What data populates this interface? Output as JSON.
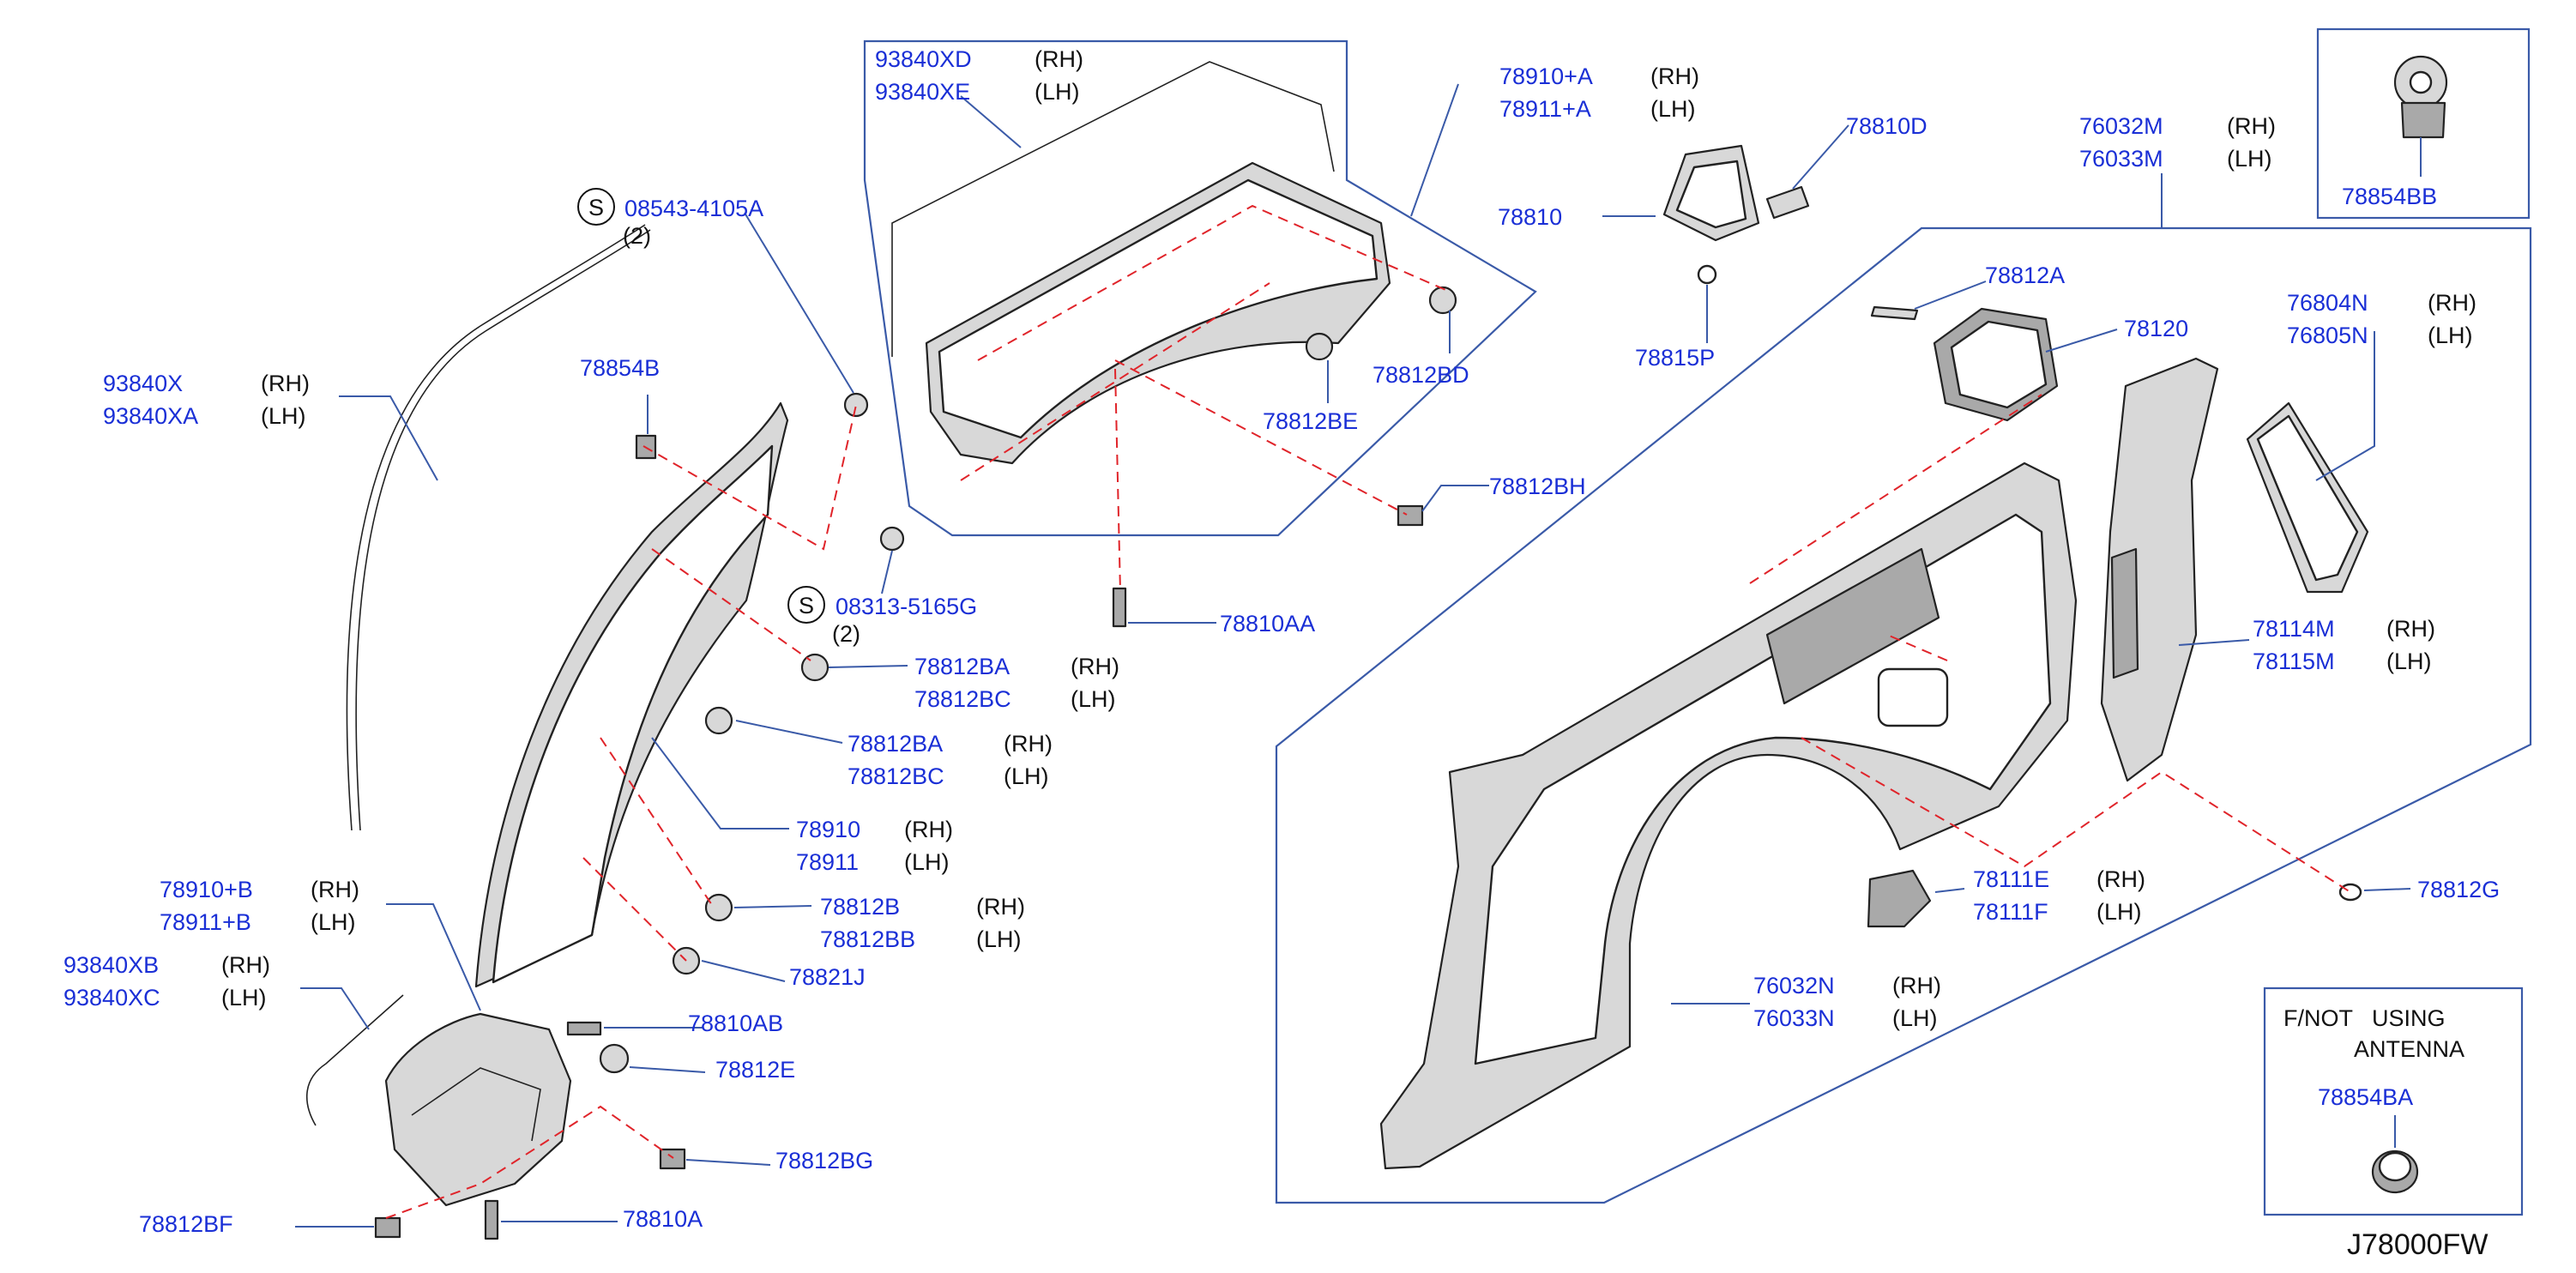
{
  "diagram_code": "J78000FW",
  "note_box": {
    "line1": "F/NOT   USING",
    "line2": "ANTENNA",
    "part": "78854BA"
  },
  "symbols": {
    "s1": {
      "mark": "S",
      "part": "08543-4105A",
      "qty": "(2)"
    },
    "s2": {
      "mark": "S",
      "part": "08313-5165G",
      "qty": "(2)"
    }
  },
  "callouts": [
    {
      "id": "93840xd",
      "parts": [
        "93840XD",
        "93840XE"
      ],
      "sides": [
        "(RH)",
        "(LH)"
      ]
    },
    {
      "id": "78910a",
      "parts": [
        "78910+A",
        "78911+A"
      ],
      "sides": [
        "(RH)",
        "(LH)"
      ]
    },
    {
      "id": "78810d",
      "parts": [
        "78810D"
      ],
      "sides": []
    },
    {
      "id": "76032m",
      "parts": [
        "76032M",
        "76033M"
      ],
      "sides": [
        "(RH)",
        "(LH)"
      ]
    },
    {
      "id": "78854bb",
      "parts": [
        "78854BB"
      ],
      "sides": []
    },
    {
      "id": "78810",
      "parts": [
        "78810"
      ],
      "sides": []
    },
    {
      "id": "78812a",
      "parts": [
        "78812A"
      ],
      "sides": []
    },
    {
      "id": "78120",
      "parts": [
        "78120"
      ],
      "sides": []
    },
    {
      "id": "76804n",
      "parts": [
        "76804N",
        "76805N"
      ],
      "sides": [
        "(RH)",
        "(LH)"
      ]
    },
    {
      "id": "78815p",
      "parts": [
        "78815P"
      ],
      "sides": []
    },
    {
      "id": "78812bd",
      "parts": [
        "78812BD"
      ],
      "sides": []
    },
    {
      "id": "78812be",
      "parts": [
        "78812BE"
      ],
      "sides": []
    },
    {
      "id": "78812bh",
      "parts": [
        "78812BH"
      ],
      "sides": []
    },
    {
      "id": "93840x",
      "parts": [
        "93840X",
        "93840XA"
      ],
      "sides": [
        "(RH)",
        "(LH)"
      ]
    },
    {
      "id": "78854b",
      "parts": [
        "78854B"
      ],
      "sides": []
    },
    {
      "id": "78810aa",
      "parts": [
        "78810AA"
      ],
      "sides": []
    },
    {
      "id": "78812ba1",
      "parts": [
        "78812BA",
        "78812BC"
      ],
      "sides": [
        "(RH)",
        "(LH)"
      ]
    },
    {
      "id": "78812ba2",
      "parts": [
        "78812BA",
        "78812BC"
      ],
      "sides": [
        "(RH)",
        "(LH)"
      ]
    },
    {
      "id": "78910",
      "parts": [
        "78910",
        "78911"
      ],
      "sides": [
        "(RH)",
        "(LH)"
      ]
    },
    {
      "id": "78114m",
      "parts": [
        "78114M",
        "78115M"
      ],
      "sides": [
        "(RH)",
        "(LH)"
      ]
    },
    {
      "id": "78812b",
      "parts": [
        "78812B",
        "78812BB"
      ],
      "sides": [
        "(RH)",
        "(LH)"
      ]
    },
    {
      "id": "78910b",
      "parts": [
        "78910+B",
        "78911+B"
      ],
      "sides": [
        "(RH)",
        "(LH)"
      ]
    },
    {
      "id": "78821j",
      "parts": [
        "78821J"
      ],
      "sides": []
    },
    {
      "id": "93840xb",
      "parts": [
        "93840XB",
        "93840XC"
      ],
      "sides": [
        "(RH)",
        "(LH)"
      ]
    },
    {
      "id": "78810ab",
      "parts": [
        "78810AB"
      ],
      "sides": []
    },
    {
      "id": "78812e",
      "parts": [
        "78812E"
      ],
      "sides": []
    },
    {
      "id": "78812bg",
      "parts": [
        "78812BG"
      ],
      "sides": []
    },
    {
      "id": "78810a",
      "parts": [
        "78810A"
      ],
      "sides": []
    },
    {
      "id": "78812bf",
      "parts": [
        "78812BF"
      ],
      "sides": []
    },
    {
      "id": "78111e",
      "parts": [
        "78111E",
        "78111F"
      ],
      "sides": [
        "(RH)",
        "(LH)"
      ]
    },
    {
      "id": "78812g",
      "parts": [
        "78812G"
      ],
      "sides": []
    },
    {
      "id": "76032n",
      "parts": [
        "76032N",
        "76033N"
      ],
      "sides": [
        "(RH)",
        "(LH)"
      ]
    }
  ]
}
